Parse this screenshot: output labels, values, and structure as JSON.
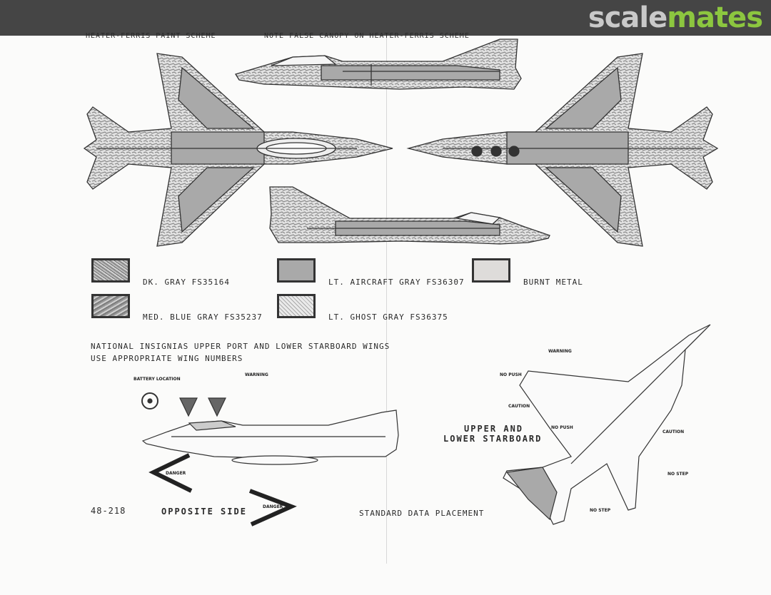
{
  "brand": {
    "part1": "scale",
    "part2": "mates"
  },
  "headers": {
    "left": "HEATER-FERRIS PAINT SCHEME",
    "center": "NOTE FALSE CANOPY ON HEATER-FERRIS SCHEME"
  },
  "legend": [
    {
      "label": "DK. GRAY FS35164"
    },
    {
      "label": "LT. AIRCRAFT GRAY FS36307"
    },
    {
      "label": "BURNT METAL"
    },
    {
      "label": "MED. BLUE GRAY FS35237"
    },
    {
      "label": "LT. GHOST GRAY FS36375"
    }
  ],
  "notes": {
    "line1": "NATIONAL INSIGNIAS UPPER PORT AND LOWER STARBOARD WINGS",
    "line2": "USE APPROPRIATE WING NUMBERS"
  },
  "stencils": {
    "battery": "BATTERY LOCATION",
    "warning_left": "WARNING",
    "warning_right": "WARNING",
    "no_push_1": "NO PUSH",
    "no_push_2": "NO PUSH",
    "caution_1": "CAUTION",
    "caution_2": "CAUTION",
    "no_step_1": "NO STEP",
    "no_step_2": "NO STEP",
    "danger_1": "DANGER",
    "danger_2": "DANGER"
  },
  "bottom": {
    "part_number": "48-218",
    "opposite_side": "OPPOSITE SIDE",
    "upper_lower_1": "UPPER AND",
    "upper_lower_2": "LOWER STARBOARD",
    "standard": "STANDARD DATA PLACEMENT"
  }
}
